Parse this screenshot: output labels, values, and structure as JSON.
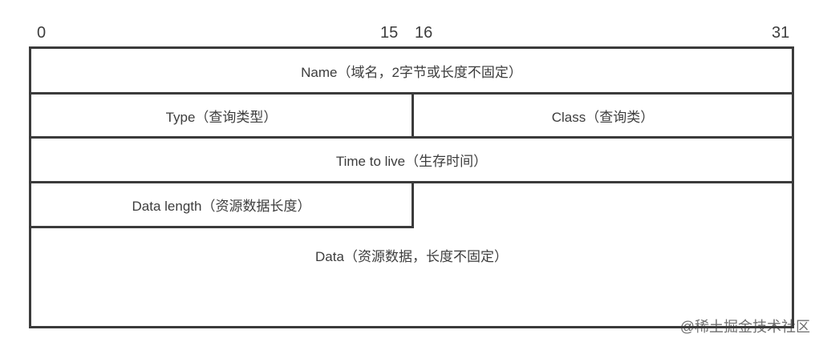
{
  "ruler": {
    "bit0": "0",
    "bit15": "15",
    "bit16": "16",
    "bit31": "31"
  },
  "fields": {
    "name": "Name（域名，2字节或长度不固定）",
    "type": "Type（查询类型）",
    "class": "Class（查询类）",
    "ttl": "Time to live（生存时间）",
    "data_length": "Data length（资源数据长度）",
    "data": "Data（资源数据，长度不固定）"
  },
  "watermark": "@稀土掘金技术社区",
  "colors": {
    "border": "#3b3b3b",
    "text": "#3d3d3d",
    "watermark": "#6f6f6f",
    "bg": "#ffffff"
  }
}
